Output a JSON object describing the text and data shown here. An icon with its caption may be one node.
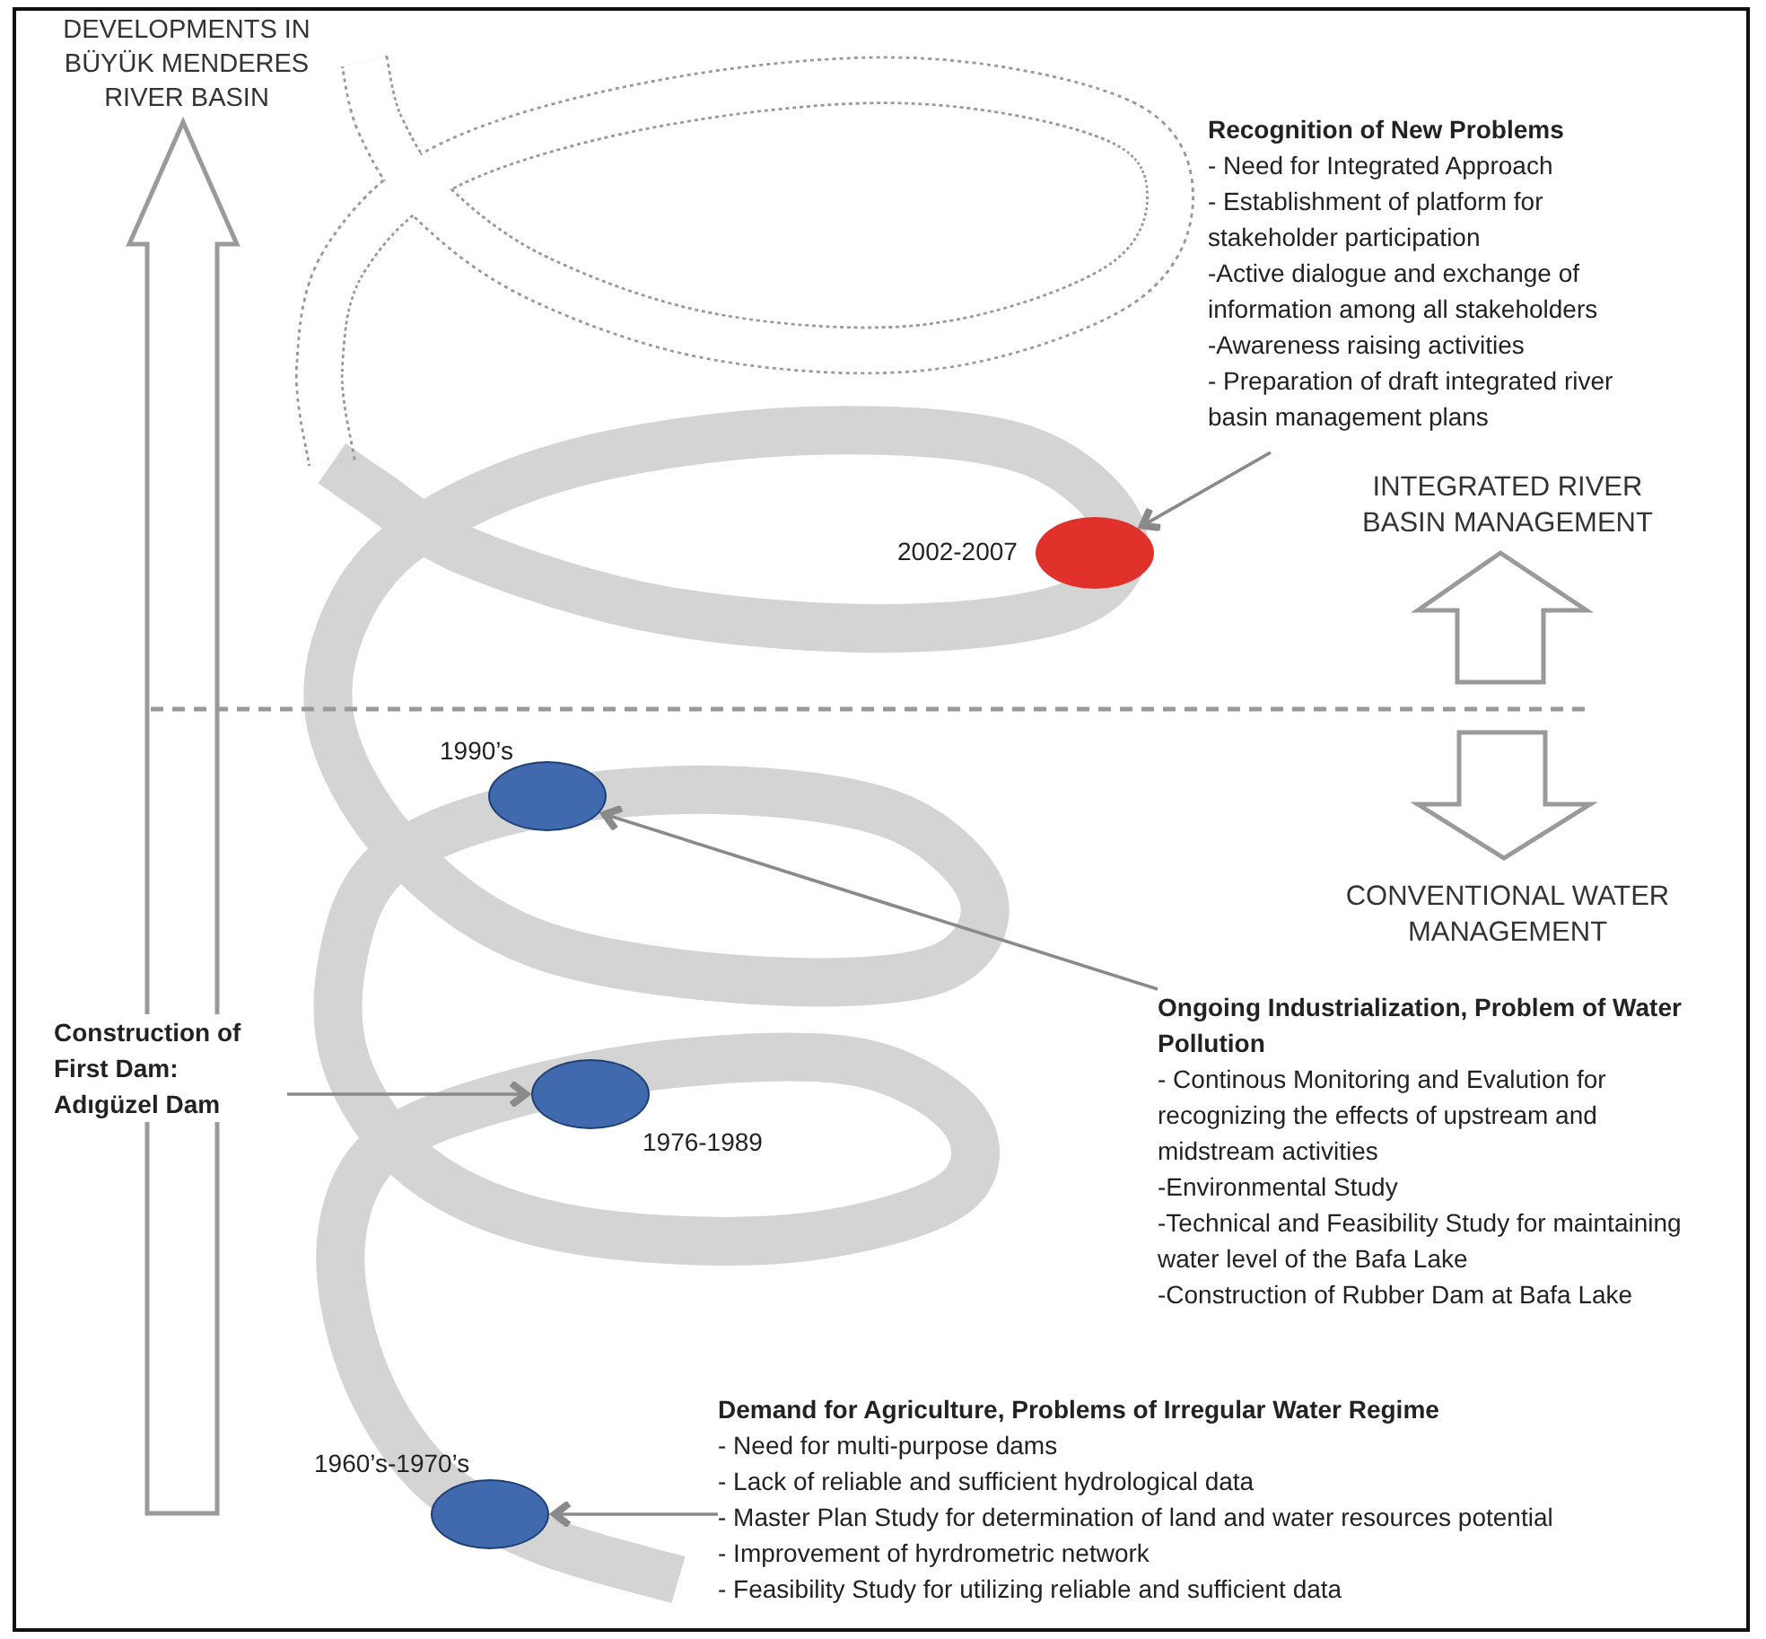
{
  "diagram": {
    "nodes": [
      {
        "text": [
          "Recognition of New Problems",
          "- Need for Integrated Approach",
          "- Establishment of platform for stakeholder participation",
          "-Active dialogue and exchange of information among all stakeholders",
          "-Awareness raising activities",
          "- Preparation of draft integrated river basin management plans"
        ]
      },
      {
        "text": [],
        "shape": "circle",
        "beside": [
          "2002-2007"
        ]
      },
      {
        "text": [
          "Ongoing Industrialization, Problem of Water Pollution",
          "- Continous Monitoring and Evalution for recognizing the effects of upstream and midstream activities",
          "-Environmental Study",
          "-Technical and Feasibility Study for maintaining water level of the Bafa Lake",
          "-Construction of Rubber Dam at Bafa Lake"
        ]
      },
      {
        "text": [],
        "shape": "circle",
        "beside": [
          "1990’s"
        ]
      },
      {
        "text": [
          "Construction of First Dam: Adıgüzel Dam"
        ]
      },
      {
        "text": [],
        "shape": "circle",
        "beside": [
          "1976-1989"
        ]
      },
      {
        "text": [
          "Demand for Agriculture, Problems of Irregular Water Regime",
          "- Need for multi-purpose dams",
          "- Lack of reliable and sufficient hydrological data",
          "- Master Plan Study for determination of land and water resources potential",
          "- Improvement of hyrdrometric network",
          "- Feasibility Study for utilizing reliable and sufficient data"
        ]
      },
      {
        "text": [],
        "shape": "circle",
        "beside": [
          "1960’s-1970’s"
        ]
      }
    ],
    "edges": [
      {
        "from": 0,
        "to": 1,
        "arrow": "to"
      },
      {
        "from": 2,
        "to": 3,
        "arrow": "to"
      },
      {
        "from": 4,
        "to": 5,
        "arrow": "to"
      },
      {
        "from": 6,
        "to": 7,
        "arrow": "to"
      }
    ],
    "labels": [
      "DEVELOPMENTS IN BÜYÜK MENDERES RIVER BASIN",
      "INTEGRATED RIVER BASIN MANAGEMENT",
      "CONVENTIONAL WATER MANAGEMENT"
    ]
  }
}
